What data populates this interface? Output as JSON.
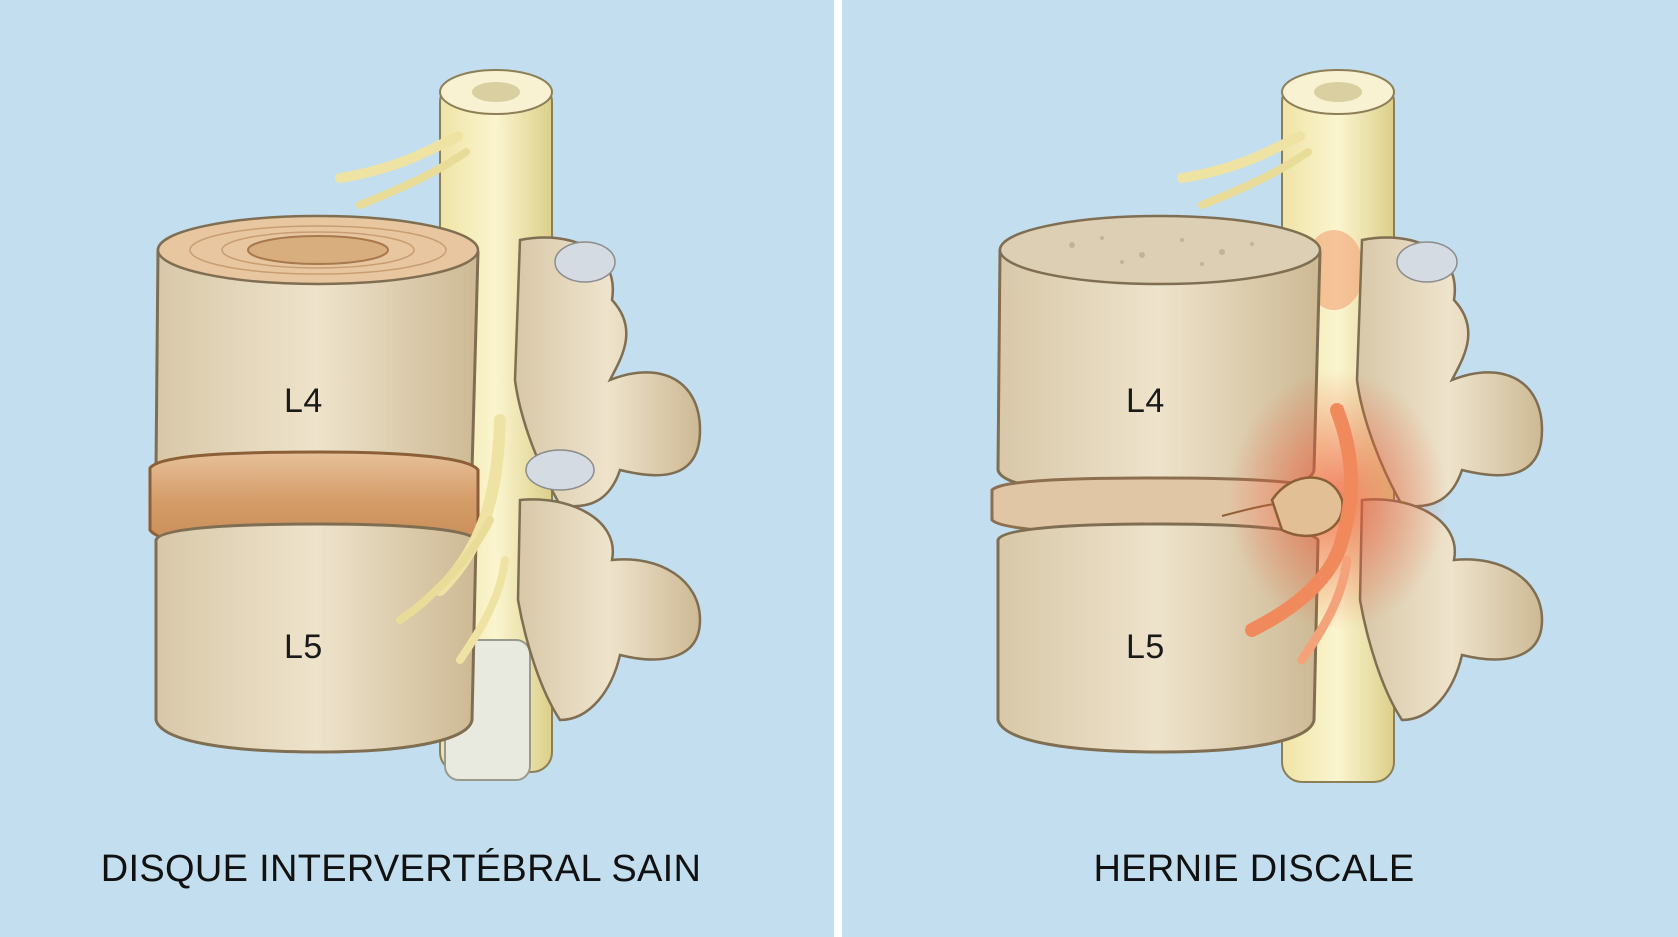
{
  "healthy": {
    "label_upper": "L4",
    "label_lower": "L5",
    "caption": "DISQUE INTERVERTÉBRAL SAIN"
  },
  "herniated": {
    "label_upper": "L4",
    "label_lower": "L5",
    "caption": "HERNIE DISCALE"
  },
  "colors": {
    "background": "#c3deee",
    "bone": "#e6d8bd",
    "disc": "#d9a87a",
    "nerve": "#f2e6a8",
    "inflammation": "#ee5a3a"
  }
}
